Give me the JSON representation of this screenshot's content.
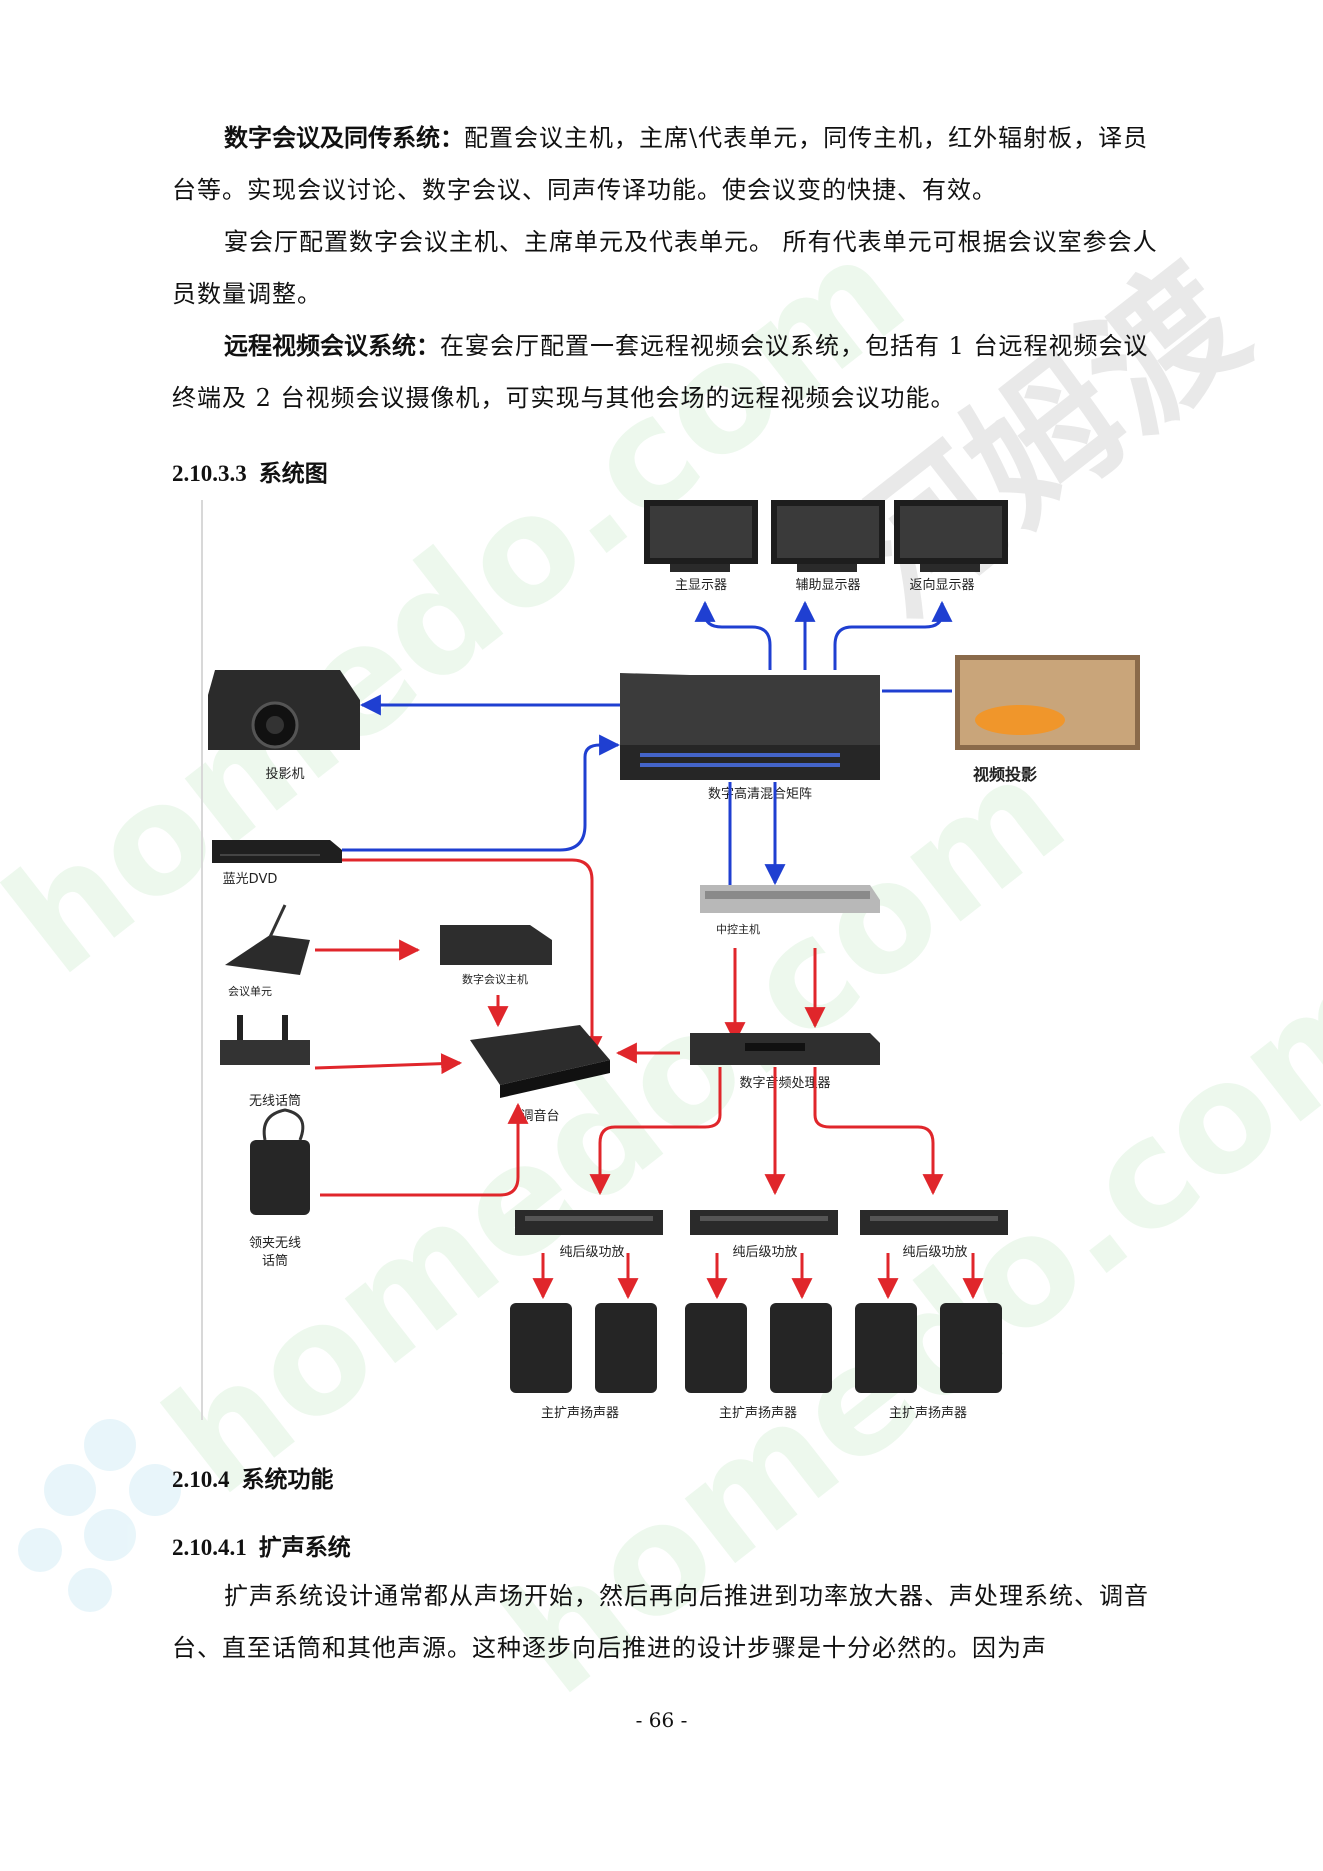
{
  "paragraphs": {
    "p1_bold": "数字会议及同传系统：",
    "p1_text": "配置会议主机，主席\\代表单元，同传主机，红外辐射板，译员台等。实现会议讨论、数字会议、同声传译功能。使会议变的快捷、有效。",
    "p2_text": "宴会厅配置数字会议主机、主席单元及代表单元。 所有代表单元可根据会议室参会人员数量调整。",
    "p3_bold": "远程视频会议系统：",
    "p3_text": "在宴会厅配置一套远程视频会议系统，包括有 1 台远程视频会议终端及 2 台视频会议摄像机，可实现与其他会场的远程视频会议功能。",
    "p4_text": "扩声系统设计通常都从声场开始，然后再向后推进到功率放大器、声处理系统、调音台、直至话筒和其他声源。这种逐步向后推进的设计步骤是十分必然的。因为声"
  },
  "headings": {
    "h1_num": "2.10.3.3",
    "h1_title": "系统图",
    "h2_num": "2.10.4",
    "h2_title": "系统功能",
    "h3_num": "2.10.4.1",
    "h3_title": "扩声系统"
  },
  "diagram": {
    "main_display": "主显示器",
    "aux_display": "辅助显示器",
    "return_display": "返向显示器",
    "projector": "投影机",
    "matrix": "数字高清混合矩阵",
    "video_projection": "视频投影",
    "bluray": "蓝光DVD",
    "meeting_unit": "会议单元",
    "meeting_host": "数字会议主机",
    "central_control": "中控主机",
    "wireless_mic": "无线话筒",
    "mixer": "调音台",
    "audio_processor": "数字音频处理器",
    "lavalier_line1": "领夹无线",
    "lavalier_line2": "话筒",
    "amp": "纯后级功放",
    "speaker": "主扩声扬声器"
  },
  "colors": {
    "blue_line": "#1f3fd1",
    "red_line": "#e0262b",
    "device": "#2a2a2a"
  },
  "watermark": {
    "text1": "homedo.com",
    "text2": "河姆渡"
  },
  "footer": {
    "page_number": "- 66 -"
  }
}
